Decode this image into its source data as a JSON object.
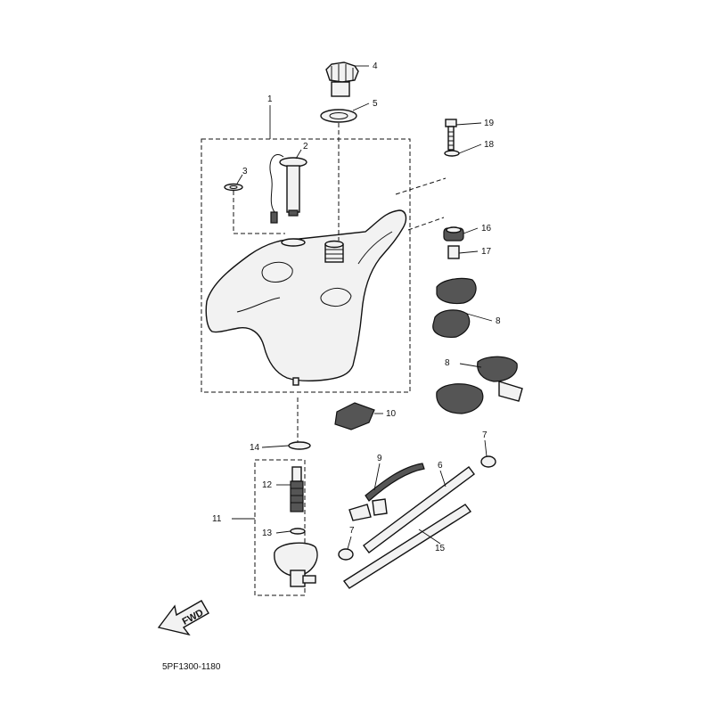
{
  "diagram": {
    "code": "5PF1300-1180",
    "fwd_label": "FWD",
    "callouts": [
      "1",
      "2",
      "3",
      "4",
      "5",
      "6",
      "7",
      "7",
      "8",
      "8",
      "9",
      "10",
      "11",
      "12",
      "13",
      "14",
      "15",
      "16",
      "17",
      "18",
      "19"
    ]
  }
}
